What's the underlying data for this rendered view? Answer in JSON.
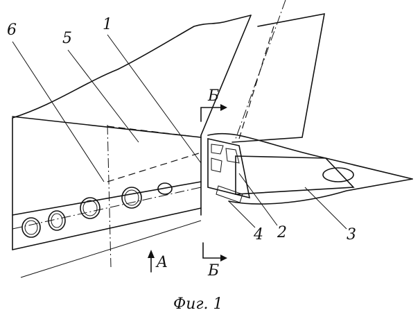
{
  "labels": {
    "part_6": "6",
    "part_5": "5",
    "part_1": "1",
    "part_4": "4",
    "part_2": "2",
    "part_3": "3",
    "section_top": "Б",
    "section_bottom": "Б",
    "view_arrow": "A"
  },
  "caption": "Фиг. 1"
}
